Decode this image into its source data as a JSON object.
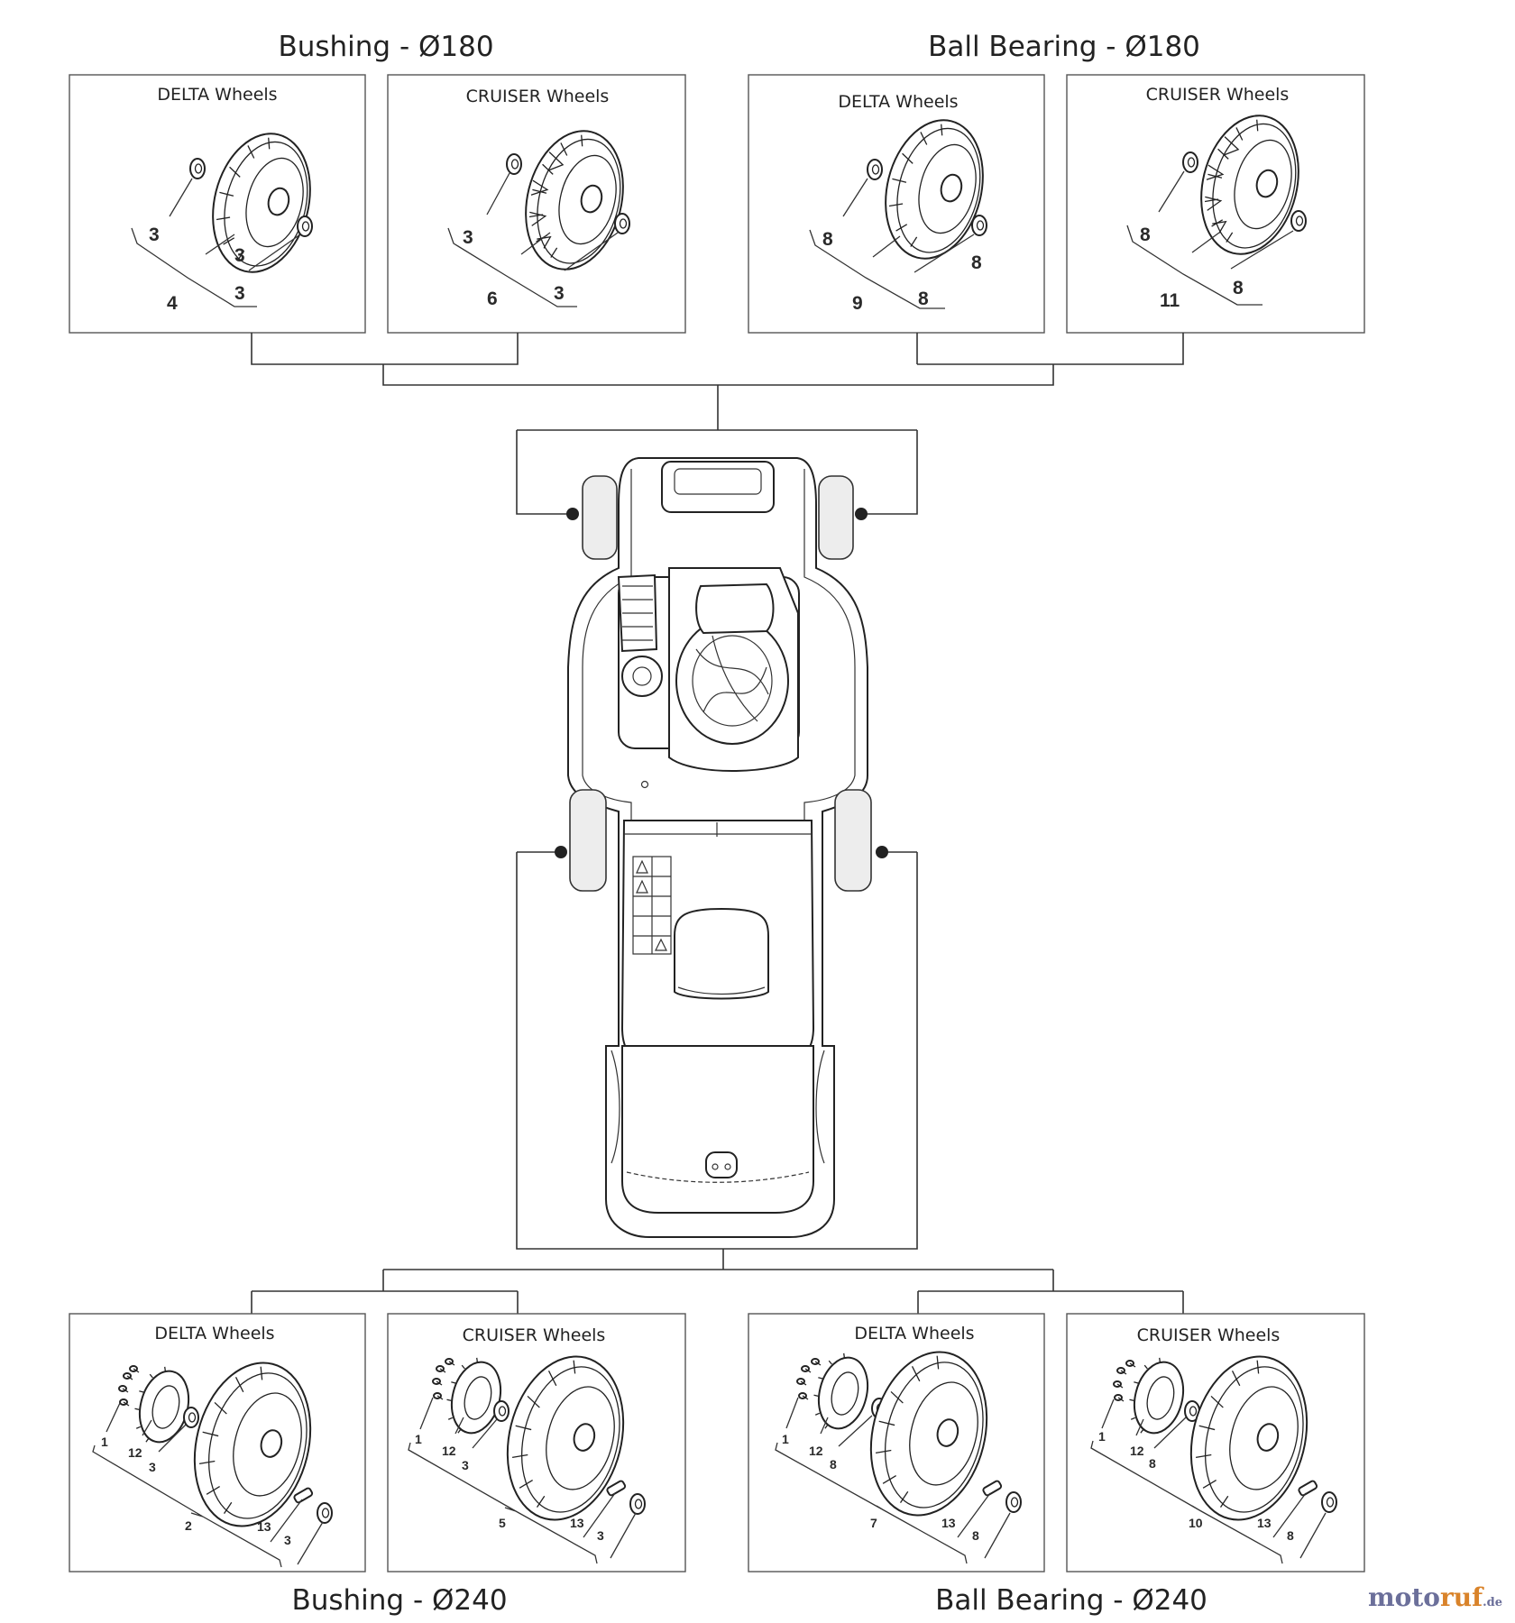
{
  "groups": {
    "top_left": {
      "title": "Bushing - Ø180"
    },
    "top_right": {
      "title": "Ball Bearing - Ø180"
    },
    "bottom_left": {
      "title": "Bushing - Ø240"
    },
    "bottom_right": {
      "title": "Ball Bearing - Ø240"
    }
  },
  "panels": {
    "p1": {
      "title": "DELTA Wheels",
      "callouts": [
        "3",
        "3",
        "3",
        "4"
      ]
    },
    "p2": {
      "title": "CRUISER Wheels",
      "callouts": [
        "3",
        "3",
        "3",
        "6"
      ]
    },
    "p3": {
      "title": "DELTA Wheels",
      "callouts": [
        "8",
        "8",
        "8",
        "9"
      ]
    },
    "p4": {
      "title": "CRUISER Wheels",
      "callouts": [
        "8",
        "8",
        "8",
        "11"
      ]
    },
    "p5": {
      "title": "DELTA Wheels",
      "callouts": [
        "1",
        "12",
        "3",
        "2",
        "13",
        "3"
      ]
    },
    "p6": {
      "title": "CRUISER Wheels",
      "callouts": [
        "1",
        "12",
        "3",
        "5",
        "13",
        "3"
      ]
    },
    "p7": {
      "title": "DELTA Wheels",
      "callouts": [
        "1",
        "12",
        "8",
        "7",
        "13",
        "8"
      ]
    },
    "p8": {
      "title": "CRUISER Wheels",
      "callouts": [
        "1",
        "12",
        "8",
        "10",
        "13",
        "8"
      ]
    }
  },
  "brand": {
    "name_a": "moto",
    "name_b": "ruf",
    "suffix": ".de"
  },
  "colors": {
    "line": "#333333",
    "brand_blue": "#6b6f9a",
    "brand_orange": "#d9832a"
  }
}
